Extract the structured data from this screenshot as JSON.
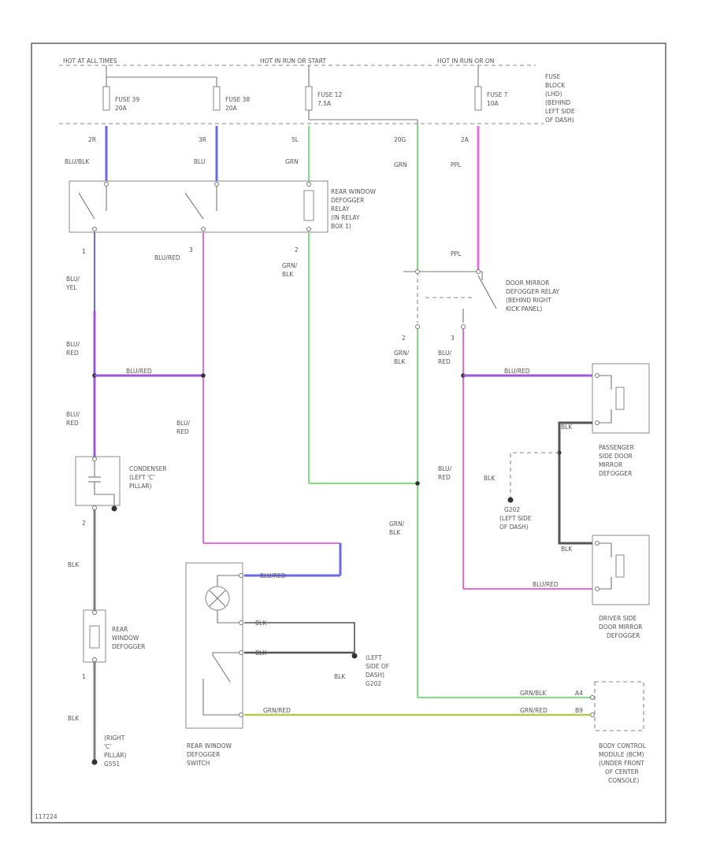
{
  "header": {
    "hot_at_all_times": "HOT AT ALL TIMES",
    "hot_run_start": "HOT IN RUN OR START",
    "hot_run_on": "HOT IN RUN OR ON",
    "fuse_block": [
      "FUSE",
      "BLOCK",
      "(LHD)",
      "(BEHIND",
      "LEFT SIDE",
      "OF DASH)"
    ]
  },
  "fuses": [
    {
      "lines": [
        "FUSE 39",
        "20A"
      ],
      "pin": "2R",
      "wire": "BLU/BLK"
    },
    {
      "lines": [
        "FUSE 38",
        "20A"
      ],
      "pin": "3R",
      "wire": "BLU"
    },
    {
      "lines": [
        "FUSE 12",
        "7.5A"
      ],
      "pin": "5L",
      "wire": "GRN"
    },
    {
      "lines": [
        "FUSE 7",
        "10A"
      ],
      "pin": "2A",
      "wire": "PPL"
    }
  ],
  "extra_pin": {
    "pin": "20G",
    "wire": "GRN"
  },
  "rear_relay": {
    "lines": [
      "REAR WINDOW",
      "DEFOGGER",
      "RELAY",
      "(IN RELAY",
      "BOX 1)"
    ]
  },
  "door_relay": {
    "lines": [
      "DOOR MIRROR",
      "DEFOGGER RELAY",
      "(BEHIND RIGHT",
      "KICK PANEL)"
    ]
  },
  "wires": {
    "w1_pin": "1",
    "w1_color": [
      "BLU/",
      "YEL"
    ],
    "w2_pin": "3",
    "w2_color": "BLU/RED",
    "w3_pin": "2",
    "w3_color": [
      "GRN/",
      "BLK"
    ],
    "red1": [
      "BLU/",
      "RED"
    ],
    "red2": [
      "BLU/",
      "RED"
    ],
    "bluered_h1": "BLU/RED",
    "mid_red": [
      "BLU/",
      "RED"
    ],
    "dr_pin1": "2",
    "dr_wire1": [
      "GRN/",
      "BLK"
    ],
    "dr_pin2": "3",
    "dr_wire2": [
      "BLU/",
      "RED"
    ],
    "bluered_h2": "BLU/RED",
    "right_red": [
      "BLU/",
      "RED"
    ],
    "grn_blk_low": [
      "GRN/",
      "BLK"
    ],
    "blk_pass": "BLK",
    "blk_g": "BLK",
    "bluered_h3": "BLU/RED",
    "cond_pin": "2",
    "blk1": "BLK",
    "defog_pin": "1",
    "blk2": "BLK",
    "sw_bluered": "BLU/RED",
    "sw_blk1": "BLK",
    "sw_blk2": "BLK",
    "blk_ground": "BLK",
    "sw_grnred": "GRN/RED",
    "grnblk_bcm": "GRN/BLK",
    "grnred_bcm": "GRN/RED",
    "bcm_pin1": "A4",
    "bcm_pin2": "B9"
  },
  "components": {
    "condenser": [
      "CONDENSER",
      "(LEFT 'C'",
      "PILLAR)"
    ],
    "rear_defogger": [
      "REAR",
      "WINDOW",
      "DEFOGGER"
    ],
    "right_ground": [
      "(RIGHT",
      "'C'",
      "PILLAR)",
      "G551"
    ],
    "g202": [
      "G202",
      "(LEFT SIDE",
      "OF DASH)"
    ],
    "left_side_dash": [
      "(LEFT",
      "SIDE OF",
      "DASH)",
      "G202"
    ],
    "pass_mirror": [
      "PASSENGER",
      "SIDE DOOR",
      "MIRROR",
      "DEFOGGER"
    ],
    "drv_mirror": [
      "DRIVER SIDE",
      "DOOR MIRROR",
      "DEFOGGER"
    ],
    "switch": [
      "REAR WINDOW",
      "DEFOGGER",
      "SWITCH"
    ],
    "bcm": [
      "BODY CONTROL",
      "MODULE (BCM)",
      "(UNDER FRONT",
      "OF CENTER",
      "CONSOLE)"
    ]
  },
  "footer_id": "117224",
  "colors": {
    "blue": "#6a6ae8",
    "pink": "#e070e0",
    "green": "#7ee07e",
    "purple": "#9a5ad8",
    "gray": "#808080",
    "olive": "#b8c850",
    "dark": "#555555"
  }
}
